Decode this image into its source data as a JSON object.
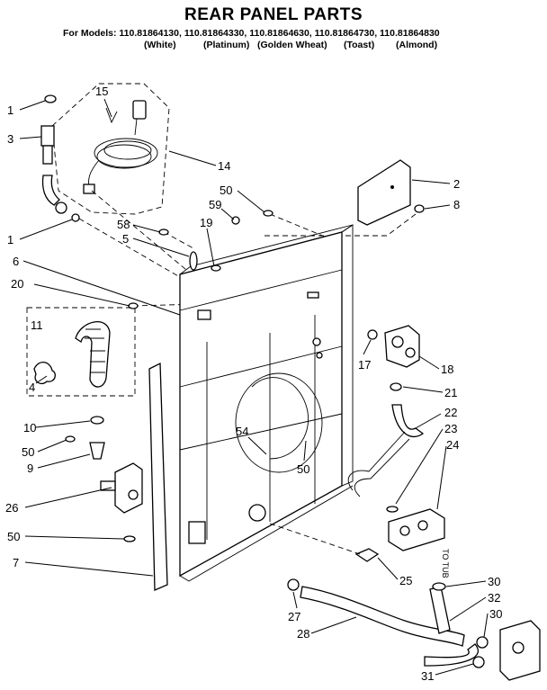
{
  "title": "REAR PANEL PARTS",
  "models_line": "For Models: 110.81864130, 110.81864330, 110.81864630, 110.81864730, 110.81864830",
  "colors": [
    "(White)",
    "(Platinum)",
    "(Golden Wheat)",
    "(Toast)",
    "(Almond)"
  ],
  "hose_label": "TO TUB",
  "callouts": [
    {
      "label": "1"
    },
    {
      "label": "3"
    },
    {
      "label": "15"
    },
    {
      "label": "14"
    },
    {
      "label": "1"
    },
    {
      "label": "58"
    },
    {
      "label": "5"
    },
    {
      "label": "6"
    },
    {
      "label": "20"
    },
    {
      "label": "19"
    },
    {
      "label": "59"
    },
    {
      "label": "50"
    },
    {
      "label": "2"
    },
    {
      "label": "8"
    },
    {
      "label": "11"
    },
    {
      "label": "4"
    },
    {
      "label": "10"
    },
    {
      "label": "50"
    },
    {
      "label": "9"
    },
    {
      "label": "26"
    },
    {
      "label": "50"
    },
    {
      "label": "7"
    },
    {
      "label": "17"
    },
    {
      "label": "18"
    },
    {
      "label": "21"
    },
    {
      "label": "22"
    },
    {
      "label": "23"
    },
    {
      "label": "24"
    },
    {
      "label": "54"
    },
    {
      "label": "50"
    },
    {
      "label": "25"
    },
    {
      "label": "27"
    },
    {
      "label": "28"
    },
    {
      "label": "30"
    },
    {
      "label": "32"
    },
    {
      "label": "30"
    },
    {
      "label": "31"
    }
  ]
}
